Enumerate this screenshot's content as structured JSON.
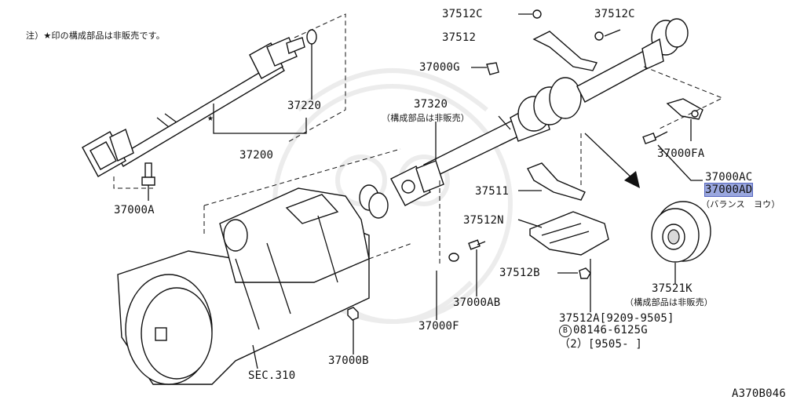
{
  "note": "注）★印の構成部品は非販売です。",
  "labels": {
    "p37512c_top": "37512C",
    "p37512c_right": "37512C",
    "p37512": "37512",
    "p37000g": "37000G",
    "p37320": "37320",
    "p37320_sub": "（構成部品は非販売）",
    "p37220": "37220",
    "p37200": "37200",
    "p37000a": "37000A",
    "p37000fa": "37000FA",
    "p37000ac": "37000AC",
    "p37000ad": "37000AD",
    "p37000ad_sub": "（バランス　ヨウ）",
    "p37511": "37511",
    "p37512n": "37512N",
    "p37512b": "37512B",
    "p37000ab": "37000AB",
    "p37000f": "37000F",
    "p37521k": "37521K",
    "p37521k_sub": "（構成部品は非販売）",
    "p37512a": "37512A[9209-9505]",
    "p08146_mark": "B",
    "p08146": "08146-6125G",
    "p08146_qty": "（2）[9505-    ]",
    "p37000b": "37000B",
    "sec310": "SEC.310",
    "diagram_code": "A370B046",
    "star": "★"
  },
  "colors": {
    "highlight": "#9aa7df",
    "line": "#111111"
  }
}
